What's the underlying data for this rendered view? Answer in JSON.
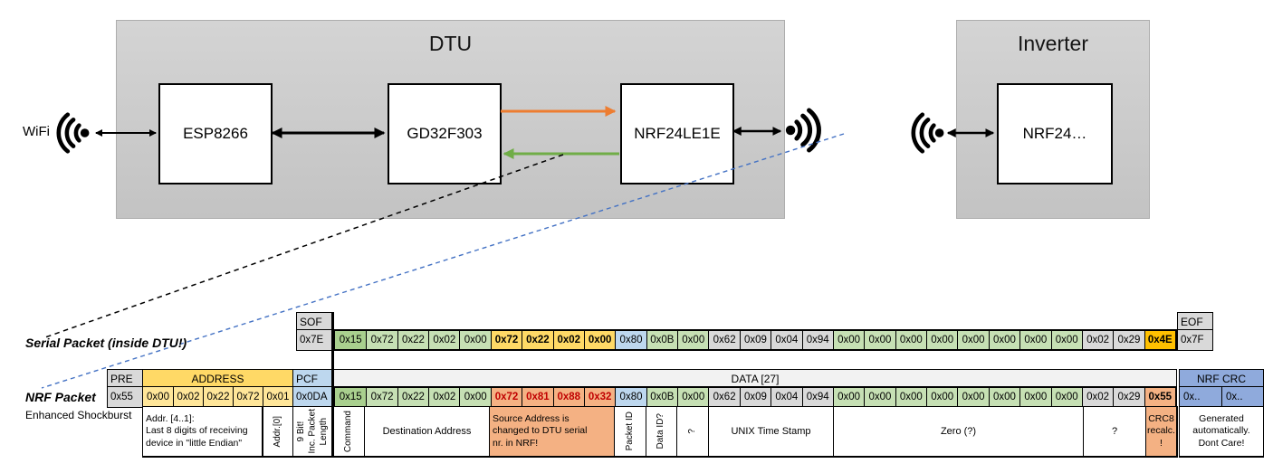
{
  "diagram": {
    "wifi_label": "WiFi",
    "dtu": {
      "title": "DTU",
      "components": [
        "ESP8266",
        "GD32F303",
        "NRF24LE1E"
      ]
    },
    "inverter": {
      "title": "Inverter",
      "component": "NRF24…"
    }
  },
  "colors": {
    "uart_tx_arrow": "#ED7D31",
    "uart_rx_arrow": "#70AD47",
    "wireless_dash": "#4472C4",
    "serial_dash": "#000000",
    "field_gray": "#D9D9D9",
    "field_yellow": "#FFD966",
    "field_yellow_light": "#FFE699",
    "field_blue": "#BDD7EE",
    "field_blue_crc": "#8FAADC",
    "field_green": "#C6E0B4",
    "field_green_dark": "#A9D08E",
    "field_salmon": "#F4B183",
    "field_gold": "#FFC000"
  },
  "serial_packet": {
    "label": "Serial Packet (inside DTU!)",
    "sof_header": "SOF",
    "sof_value": "0x7E",
    "eof_header": "EOF",
    "eof_value": "0x7F",
    "bytes": [
      {
        "v": "0x15",
        "c": "gd"
      },
      {
        "v": "0x72",
        "c": "g"
      },
      {
        "v": "0x22",
        "c": "g"
      },
      {
        "v": "0x02",
        "c": "g"
      },
      {
        "v": "0x00",
        "c": "g"
      },
      {
        "v": "0x72",
        "c": "y",
        "b": true
      },
      {
        "v": "0x22",
        "c": "y",
        "b": true
      },
      {
        "v": "0x02",
        "c": "y",
        "b": true
      },
      {
        "v": "0x00",
        "c": "y",
        "b": true
      },
      {
        "v": "0x80",
        "c": "bl"
      },
      {
        "v": "0x0B",
        "c": "g"
      },
      {
        "v": "0x00",
        "c": "g"
      },
      {
        "v": "0x62",
        "c": "gy"
      },
      {
        "v": "0x09",
        "c": "gy"
      },
      {
        "v": "0x04",
        "c": "gy"
      },
      {
        "v": "0x94",
        "c": "gy"
      },
      {
        "v": "0x00",
        "c": "g"
      },
      {
        "v": "0x00",
        "c": "g"
      },
      {
        "v": "0x00",
        "c": "g"
      },
      {
        "v": "0x00",
        "c": "g"
      },
      {
        "v": "0x00",
        "c": "g"
      },
      {
        "v": "0x00",
        "c": "g"
      },
      {
        "v": "0x00",
        "c": "g"
      },
      {
        "v": "0x00",
        "c": "g"
      },
      {
        "v": "0x02",
        "c": "gy"
      },
      {
        "v": "0x29",
        "c": "gy"
      },
      {
        "v": "0x4E",
        "c": "go",
        "b": true
      }
    ]
  },
  "nrf_packet": {
    "label": "NRF Packet",
    "sublabel": "Enhanced Shockburst",
    "pre_header": "PRE",
    "pre_value": "0x55",
    "address_header": "ADDRESS",
    "address_bytes": [
      {
        "v": "0x00",
        "c": "ye"
      },
      {
        "v": "0x02",
        "c": "ye"
      },
      {
        "v": "0x22",
        "c": "ye"
      },
      {
        "v": "0x72",
        "c": "ye"
      },
      {
        "v": "0x01",
        "c": "ye"
      }
    ],
    "pcf_header": "PCF",
    "pcf_value": "0x0DA",
    "data_header": "DATA [27]",
    "bytes": [
      {
        "v": "0x15",
        "c": "gd"
      },
      {
        "v": "0x72",
        "c": "g"
      },
      {
        "v": "0x22",
        "c": "g"
      },
      {
        "v": "0x02",
        "c": "g"
      },
      {
        "v": "0x00",
        "c": "g"
      },
      {
        "v": "0x72",
        "c": "sa",
        "b": true,
        "r": true
      },
      {
        "v": "0x81",
        "c": "sa",
        "b": true,
        "r": true
      },
      {
        "v": "0x88",
        "c": "sa",
        "b": true,
        "r": true
      },
      {
        "v": "0x32",
        "c": "sa",
        "b": true,
        "r": true
      },
      {
        "v": "0x80",
        "c": "bl"
      },
      {
        "v": "0x0B",
        "c": "g"
      },
      {
        "v": "0x00",
        "c": "g"
      },
      {
        "v": "0x62",
        "c": "gy"
      },
      {
        "v": "0x09",
        "c": "gy"
      },
      {
        "v": "0x04",
        "c": "gy"
      },
      {
        "v": "0x94",
        "c": "gy"
      },
      {
        "v": "0x00",
        "c": "g"
      },
      {
        "v": "0x00",
        "c": "g"
      },
      {
        "v": "0x00",
        "c": "g"
      },
      {
        "v": "0x00",
        "c": "g"
      },
      {
        "v": "0x00",
        "c": "g"
      },
      {
        "v": "0x00",
        "c": "g"
      },
      {
        "v": "0x00",
        "c": "g"
      },
      {
        "v": "0x00",
        "c": "g"
      },
      {
        "v": "0x02",
        "c": "gy"
      },
      {
        "v": "0x29",
        "c": "gy"
      },
      {
        "v": "0x55",
        "c": "sa",
        "b": true
      }
    ],
    "crc_header": "NRF CRC",
    "crc_bytes": [
      {
        "v": "0x..",
        "c": "bc"
      },
      {
        "v": "0x..",
        "c": "bc"
      }
    ]
  },
  "annotations": {
    "addr41": "Addr. [4..1]:\nLast 8 digits of receiving\ndevice in \"little Endian\"",
    "addr0": "Addr.[0]",
    "pcf": "9 Bit!\nInc. Packet\nLength",
    "command": "Command",
    "dest": "Destination Address",
    "src": "Source Address is\nchanged to DTU serial\nnr. in NRF!",
    "packet_id": "Packet ID",
    "data_id": "Data ID?",
    "q1": "?",
    "unix": "UNIX Time Stamp",
    "zero": "Zero (?)",
    "q2": "?",
    "crc8": "CRC8\nrecalc.\n!",
    "generated": "Generated\nautomatically.\nDont Care!"
  }
}
